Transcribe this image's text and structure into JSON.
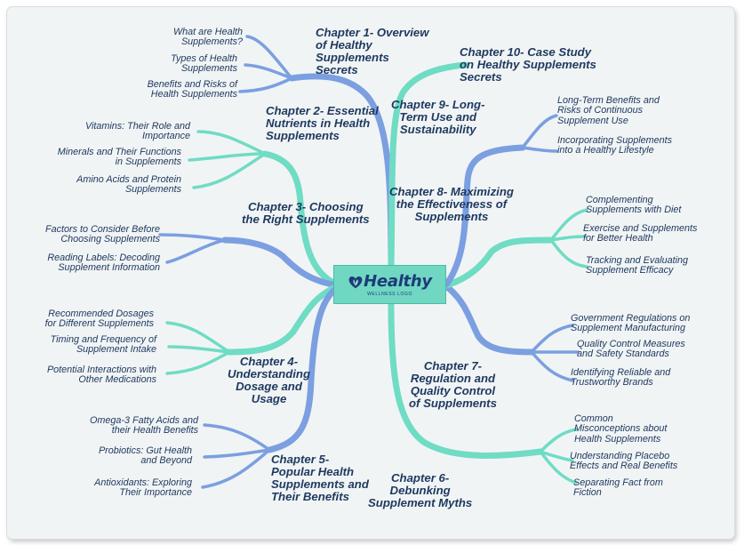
{
  "center": {
    "logo_text": "Healthy",
    "logo_tagline": "WELLNESS LOGO",
    "icon": "heart-leaf-icon"
  },
  "colors": {
    "blue_branch": "#7b9fe0",
    "teal_branch": "#6fdcc4",
    "text": "#1f3a60",
    "center_box": "#6fd7c2"
  },
  "chapters": [
    {
      "title": [
        "Chapter 1- Overview",
        "of Healthy",
        "Supplements",
        "Secrets"
      ],
      "topics": [
        [
          "What are Health",
          "Supplements?"
        ],
        [
          "Types of Health",
          "Supplements"
        ],
        [
          "Benefits and Risks of",
          "Health Supplements"
        ]
      ]
    },
    {
      "title": [
        "Chapter 2- Essential",
        "Nutrients in Health",
        "Supplements"
      ],
      "topics": [
        [
          "Vitamins: Their Role and",
          "Importance"
        ],
        [
          "Minerals and Their Functions",
          "in Supplements"
        ],
        [
          "Amino Acids and Protein",
          "Supplements"
        ]
      ]
    },
    {
      "title": [
        "Chapter 3- Choosing",
        "the Right Supplements"
      ],
      "topics": [
        [
          "Factors to Consider Before",
          "Choosing Supplements"
        ],
        [
          "Reading Labels: Decoding",
          "Supplement Information"
        ]
      ]
    },
    {
      "title": [
        "Chapter 4-",
        "Understanding",
        "Dosage and",
        "Usage"
      ],
      "topics": [
        [
          "Recommended Dosages",
          "for Different Supplements"
        ],
        [
          "Timing and Frequency of",
          "Supplement Intake"
        ],
        [
          "Potential Interactions with",
          "Other Medications"
        ]
      ]
    },
    {
      "title": [
        "Chapter 5-",
        "Popular Health",
        "Supplements and",
        "Their Benefits"
      ],
      "topics": [
        [
          "Omega-3 Fatty Acids and",
          "their Health Benefits"
        ],
        [
          "Probiotics: Gut Health",
          "and Beyond"
        ],
        [
          "Antioxidants: Exploring",
          "Their Importance"
        ]
      ]
    },
    {
      "title": [
        "Chapter 6-",
        "Debunking",
        "Supplement Myths"
      ],
      "topics": [
        [
          "Common",
          "Misconceptions about",
          "Health Supplements"
        ],
        [
          "Understanding Placebo",
          "Effects and Real Benefits"
        ],
        [
          "Separating Fact from",
          "Fiction"
        ]
      ]
    },
    {
      "title": [
        "Chapter 7-",
        "Regulation and",
        "Quality Control",
        "of Supplements"
      ],
      "topics": [
        [
          "Government Regulations on",
          "Supplement Manufacturing"
        ],
        [
          "Quality Control Measures",
          "and Safety Standards"
        ],
        [
          "Identifying Reliable and",
          "Trustworthy Brands"
        ]
      ]
    },
    {
      "title": [
        "Chapter 8- Maximizing",
        "the Effectiveness of",
        "Supplements"
      ],
      "topics": [
        [
          "Complementing",
          "Supplements with Diet"
        ],
        [
          "Exercise and Supplements",
          "for Better Health"
        ],
        [
          "Tracking and Evaluating",
          "Supplement Efficacy"
        ]
      ]
    },
    {
      "title": [
        "Chapter 9- Long-",
        "Term Use and",
        "Sustainability"
      ],
      "topics": [
        [
          "Long-Term Benefits and",
          "Risks of Continuous",
          "Supplement Use"
        ],
        [
          "Incorporating Supplements",
          "into a Healthy Lifestyle"
        ]
      ]
    },
    {
      "title": [
        "Chapter 10- Case Study",
        "on Healthy Supplements",
        "Secrets"
      ],
      "topics": []
    }
  ]
}
